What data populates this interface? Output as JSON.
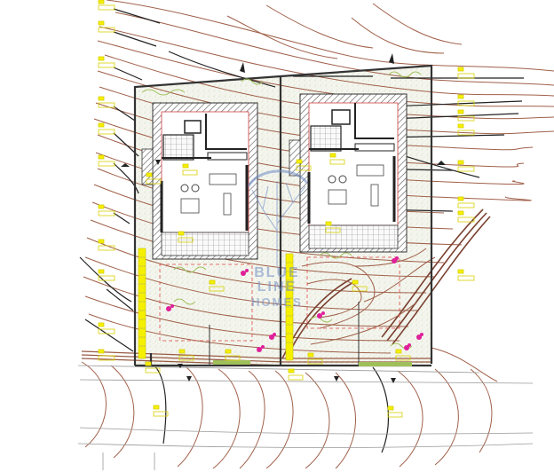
{
  "drawing": {
    "type": "architectural site plan",
    "houses": 2,
    "colors": {
      "contour": "#a0604a",
      "contour_major": "#222222",
      "boundary": "#333333",
      "elevation_marker": "#f5f000",
      "marker_border": "#d8d000",
      "planting": "#9fbf5a",
      "flowers": "#e0209a",
      "setback": "#e04848",
      "watermark": "#6f8cc4",
      "ground_fill": "#f2f4ea",
      "wall_hatch": "#555555",
      "wall_red": "#d04040"
    }
  },
  "watermark": {
    "line1": "BLUE LINE",
    "line2": "HOMES",
    "icon": "tree-icon"
  },
  "elevation_markers": {
    "count": 34,
    "label_format": "spot elevation tag (illegible at this resolution)"
  }
}
